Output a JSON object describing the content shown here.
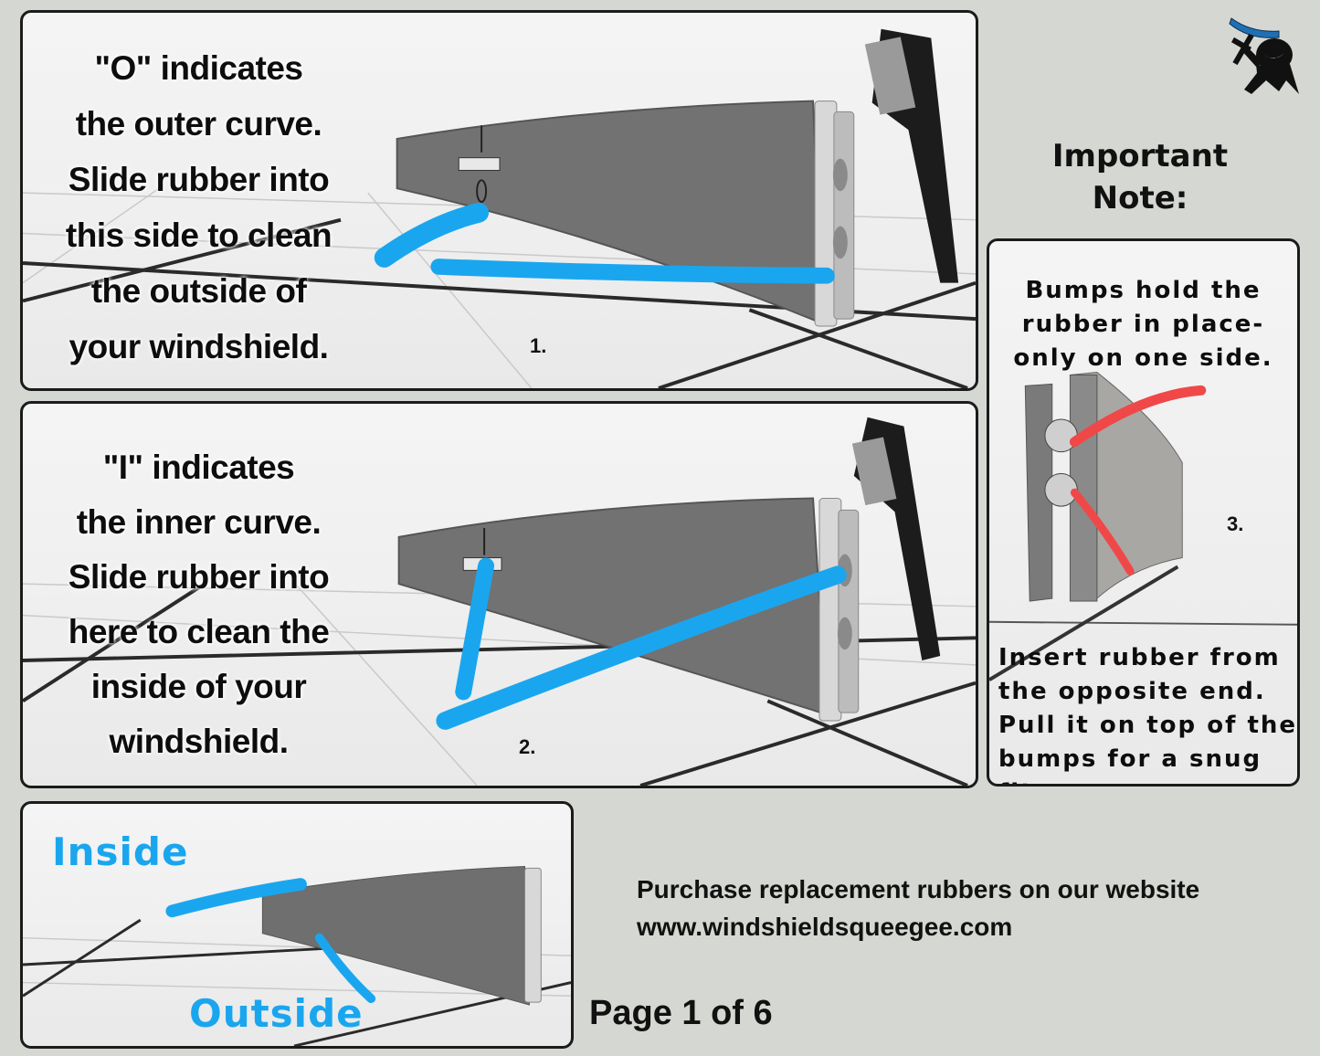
{
  "header": {
    "important_line1": "Important",
    "important_line2": "Note:",
    "logo_icon": "ninja-logo-icon"
  },
  "steps": [
    {
      "number": "1.",
      "lines": [
        "\"O\" indicates",
        "the outer curve.",
        "Slide rubber into",
        "this side to clean",
        "the outside of",
        "your windshield."
      ]
    },
    {
      "number": "2.",
      "lines": [
        "\"I\" indicates",
        "the inner curve.",
        "Slide rubber into",
        "here to clean the",
        "inside of your",
        "windshield."
      ]
    },
    {
      "number": "3.",
      "top_lines": [
        "Bumps hold the",
        "rubber in place-",
        "only on one side."
      ],
      "bottom_lines": [
        "Insert rubber from",
        "the opposite end.",
        "Pull it on top of the",
        "bumps for a snug fit."
      ]
    }
  ],
  "summary": {
    "inside_label": "Inside",
    "outside_label": "Outside"
  },
  "footer": {
    "purchase_line": "Purchase replacement rubbers on our website",
    "website": "www.windshieldsqueegee.com",
    "page_indicator": "Page 1 of 6"
  },
  "colors": {
    "background": "#d5d8d2",
    "arrow_blue": "#1aa6ef",
    "arrow_red": "#f04848",
    "squeegee_gray": "#6e6e6e",
    "logo_band": "#1f6fb5"
  }
}
